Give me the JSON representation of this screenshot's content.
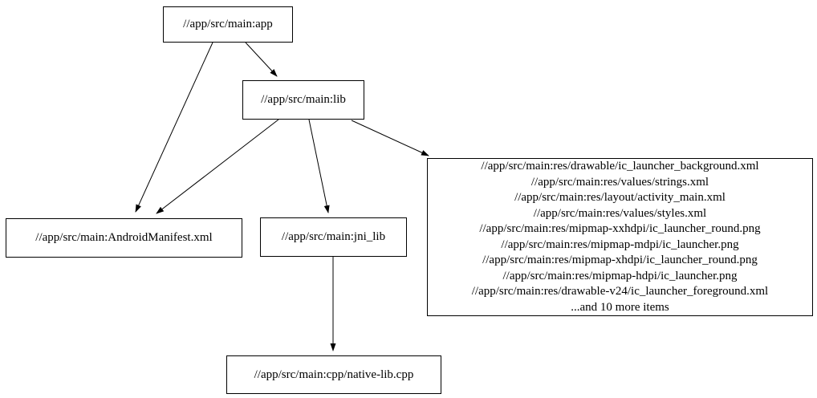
{
  "diagram": {
    "kind": "dependency-graph",
    "background_color": "#ffffff",
    "node_border_color": "#000000",
    "edge_color": "#000000",
    "text_color": "#000000"
  },
  "nodes": {
    "app": {
      "label": "//app/src/main:app"
    },
    "lib": {
      "label": "//app/src/main:lib"
    },
    "manifest": {
      "label": "//app/src/main:AndroidManifest.xml"
    },
    "jni_lib": {
      "label": "//app/src/main:jni_lib"
    },
    "native_lib": {
      "label": "//app/src/main:cpp/native-lib.cpp"
    },
    "res_group": {
      "lines": [
        "//app/src/main:res/drawable/ic_launcher_background.xml",
        "//app/src/main:res/values/strings.xml",
        "//app/src/main:res/layout/activity_main.xml",
        "//app/src/main:res/values/styles.xml",
        "//app/src/main:res/mipmap-xxhdpi/ic_launcher_round.png",
        "//app/src/main:res/mipmap-mdpi/ic_launcher.png",
        "//app/src/main:res/mipmap-xhdpi/ic_launcher_round.png",
        "//app/src/main:res/mipmap-hdpi/ic_launcher.png",
        "//app/src/main:res/drawable-v24/ic_launcher_foreground.xml",
        "...and 10 more items"
      ]
    }
  },
  "edges": [
    {
      "from": "app",
      "to": "manifest"
    },
    {
      "from": "app",
      "to": "lib"
    },
    {
      "from": "lib",
      "to": "manifest"
    },
    {
      "from": "lib",
      "to": "jni_lib"
    },
    {
      "from": "lib",
      "to": "res_group"
    },
    {
      "from": "jni_lib",
      "to": "native_lib"
    }
  ]
}
